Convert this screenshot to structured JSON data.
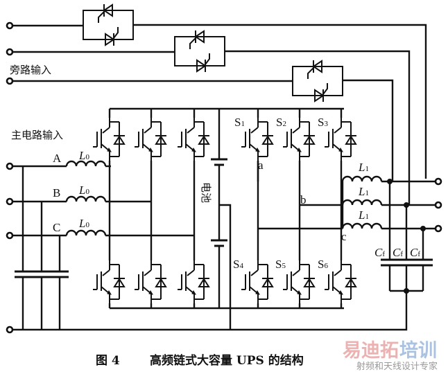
{
  "labels": {
    "bypass_input": "旁路输入",
    "main_input": "主电路输入",
    "battery": "电池",
    "phase_a": "A",
    "phase_b": "B",
    "phase_c": "C",
    "input_inductor": "L",
    "input_inductor_sub": "0",
    "output_inductor": "L",
    "output_inductor_sub": "1",
    "filter_cap": "C",
    "filter_cap_sub": "f",
    "node_a": "a",
    "node_b": "b",
    "node_c": "c"
  },
  "switches": [
    {
      "name": "S",
      "sub": "1"
    },
    {
      "name": "S",
      "sub": "2"
    },
    {
      "name": "S",
      "sub": "3"
    },
    {
      "name": "S",
      "sub": "4"
    },
    {
      "name": "S",
      "sub": "5"
    },
    {
      "name": "S",
      "sub": "6"
    }
  ],
  "caption": {
    "figure": "图 4",
    "title": "高频链式大容量 UPS 的结构"
  },
  "watermark": {
    "brand_red": "易迪拓",
    "brand_blue": "培训",
    "tagline": "射频和天线设计专家"
  }
}
